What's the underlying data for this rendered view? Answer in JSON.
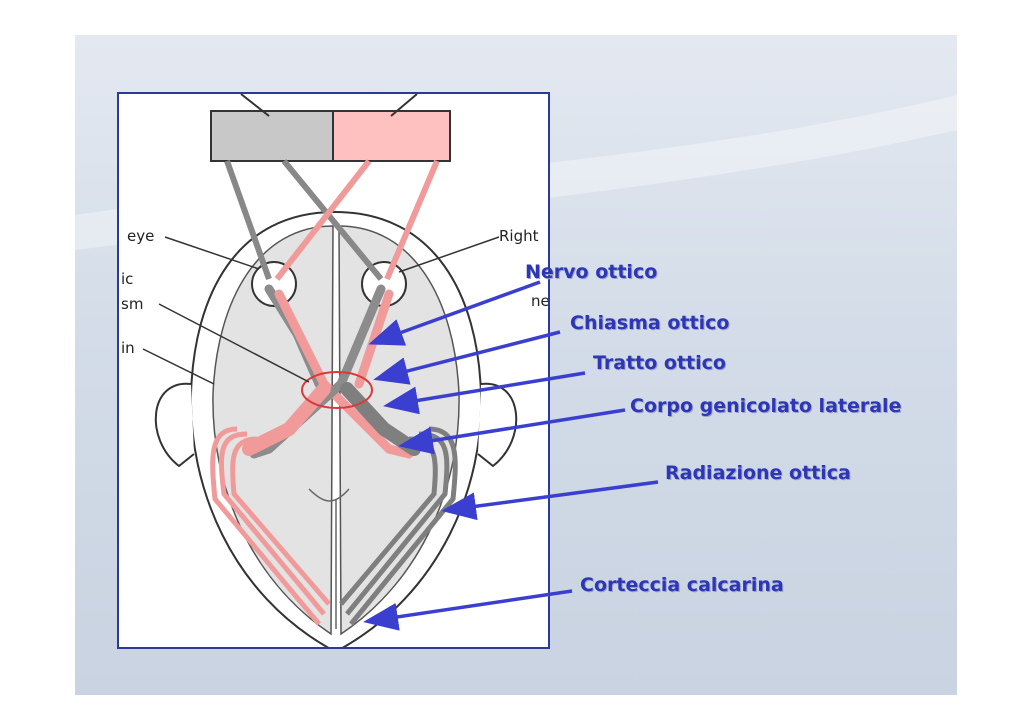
{
  "figure": {
    "fragments": {
      "eye_left": "eye",
      "right_eye": "Right",
      "ic": "ic",
      "sm": "sm",
      "in": "in",
      "ne": "ne"
    }
  },
  "labels": {
    "nervo_ottico": "Nervo ottico",
    "chiasma_ottico": "Chiasma ottico",
    "tratto_ottico": "Tratto ottico",
    "corpo_genicolato": "Corpo genicolato laterale",
    "radiazione_ottica": "Radiazione ottica",
    "corteccia_calcarina": "Corteccia calcarina"
  },
  "colors": {
    "label_text": "#2e36b8",
    "arrow": "#3a3fcf",
    "left_field": "#c8c8c8",
    "right_field": "#ffc0c0",
    "pathway_red": "#f19a9a",
    "pathway_gray": "#8c8c8c",
    "frame_border": "#2b3a9a"
  }
}
